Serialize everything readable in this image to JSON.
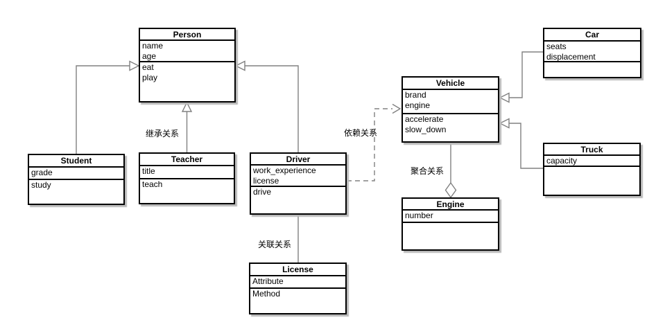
{
  "classes": {
    "person": {
      "title": "Person",
      "attributes": [
        "name",
        "age"
      ],
      "methods": [
        "eat",
        "play"
      ]
    },
    "student": {
      "title": "Student",
      "attributes": [
        "grade"
      ],
      "methods": [
        "study"
      ]
    },
    "teacher": {
      "title": "Teacher",
      "attributes": [
        "title"
      ],
      "methods": [
        "teach"
      ]
    },
    "driver": {
      "title": "Driver",
      "attributes": [
        "work_experience",
        "license"
      ],
      "methods": [
        "drive"
      ]
    },
    "license": {
      "title": "License",
      "attributes": [
        "Attribute"
      ],
      "methods": [
        "Method"
      ]
    },
    "vehicle": {
      "title": "Vehicle",
      "attributes": [
        "brand",
        "engine"
      ],
      "methods": [
        "accelerate",
        "slow_down"
      ]
    },
    "engine": {
      "title": "Engine",
      "attributes": [
        "number"
      ],
      "methods": []
    },
    "car": {
      "title": "Car",
      "attributes": [
        "seats",
        "displacement"
      ],
      "methods": []
    },
    "truck": {
      "title": "Truck",
      "attributes": [
        "capacity"
      ],
      "methods": []
    }
  },
  "edge_labels": {
    "inheritance": "继承关系",
    "dependency": "依赖关系",
    "association": "关联关系",
    "aggregation": "聚合关系"
  },
  "relationships": [
    {
      "from": "Student",
      "to": "Person",
      "type": "inheritance",
      "label": ""
    },
    {
      "from": "Teacher",
      "to": "Person",
      "type": "inheritance",
      "label": "继承关系"
    },
    {
      "from": "Driver",
      "to": "Person",
      "type": "inheritance",
      "label": ""
    },
    {
      "from": "Driver",
      "to": "License",
      "type": "association",
      "label": "关联关系"
    },
    {
      "from": "Driver",
      "to": "Vehicle",
      "type": "dependency",
      "label": "依赖关系"
    },
    {
      "from": "Vehicle",
      "to": "Engine",
      "type": "aggregation",
      "label": "聚合关系",
      "diamond_at": "Engine"
    },
    {
      "from": "Car",
      "to": "Vehicle",
      "type": "inheritance",
      "label": ""
    },
    {
      "from": "Truck",
      "to": "Vehicle",
      "type": "inheritance",
      "label": ""
    }
  ],
  "colors": {
    "edge": "#808080",
    "box_border": "#000000",
    "box_fill": "#ffffff",
    "background": "#ffffff",
    "shadow": "#b9b9b9"
  }
}
